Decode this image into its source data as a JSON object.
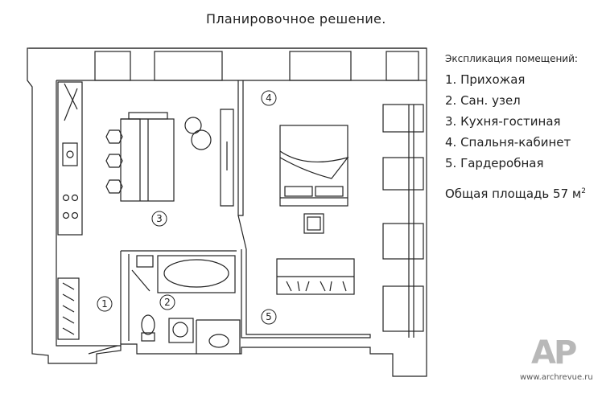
{
  "title": "Планировочное решение.",
  "legend": {
    "heading": "Экспликация помещений:",
    "items": [
      "1. Прихожая",
      "2. Сан. узел",
      "3. Кухня-гостиная",
      "4. Спальня-кабинет",
      "5. Гардеробная"
    ],
    "area_label": "Общая площадь 57 м",
    "area_sup": "2"
  },
  "room_labels": [
    "1",
    "2",
    "3",
    "4",
    "5"
  ],
  "watermark": {
    "logo": "AP",
    "url": "www.archrevue.ru"
  },
  "colors": {
    "line": "#222222",
    "wall_fill": "#ffffff",
    "watermark": "#b8b8b8"
  }
}
